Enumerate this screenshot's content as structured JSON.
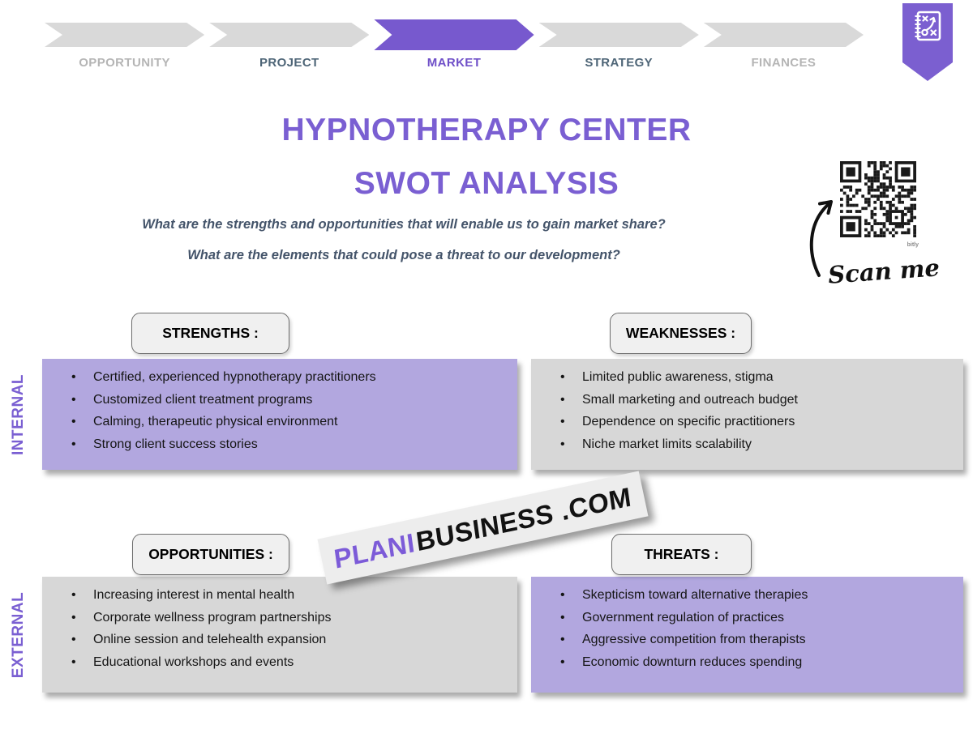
{
  "stepper": {
    "steps": [
      {
        "label": "OPPORTUNITY",
        "state": "inactive"
      },
      {
        "label": "PROJECT",
        "state": "done"
      },
      {
        "label": "MARKET",
        "state": "active"
      },
      {
        "label": "STRATEGY",
        "state": "done"
      },
      {
        "label": "FINANCES",
        "state": "inactive"
      }
    ]
  },
  "header": {
    "title_line1": "HYPNOTHERAPY CENTER",
    "title_line2": "SWOT ANALYSIS",
    "subtitle_line1": "What are the strengths and opportunities that will enable us to gain market share?",
    "subtitle_line2": "What are the elements that could pose a threat to our development?"
  },
  "qr": {
    "caption": "Scan me",
    "provider": "bitly"
  },
  "swot": {
    "row_labels": {
      "internal": "INTERNAL",
      "external": "EXTERNAL"
    },
    "quadrants": [
      {
        "id": "strengths",
        "title": "STRENGTHS :",
        "tone": "purple",
        "items": [
          "Certified, experienced hypnotherapy practitioners",
          "Customized client treatment programs",
          "Calming, therapeutic physical environment",
          "Strong client success stories"
        ]
      },
      {
        "id": "weaknesses",
        "title": "WEAKNESSES :",
        "tone": "gray",
        "items": [
          "Limited public awareness, stigma",
          "Small marketing and outreach budget",
          "Dependence on specific practitioners",
          "Niche market limits scalability"
        ]
      },
      {
        "id": "opportunities",
        "title": "OPPORTUNITIES :",
        "tone": "gray",
        "items": [
          "Increasing interest in mental health",
          "Corporate wellness program partnerships",
          "Online session and telehealth expansion",
          "Educational workshops and events"
        ]
      },
      {
        "id": "threats",
        "title": "THREATS :",
        "tone": "purple",
        "items": [
          "Skepticism toward alternative therapies",
          "Government regulation of practices",
          "Aggressive competition from therapists",
          "Economic downturn reduces spending"
        ]
      }
    ]
  },
  "watermark": {
    "part1": "PLANI",
    "part2": "BUSINESS",
    "part3": ".COM"
  },
  "colors": {
    "accent_purple": "#7A5FD2",
    "light_purple_box": "#B2A7DF",
    "gray_box": "#D7D7D7",
    "chevron_gray": "#D9D9D9",
    "chevron_active": "#7759CE",
    "slate_text": "#44546A",
    "inactive_text": "#B5B5B5"
  }
}
